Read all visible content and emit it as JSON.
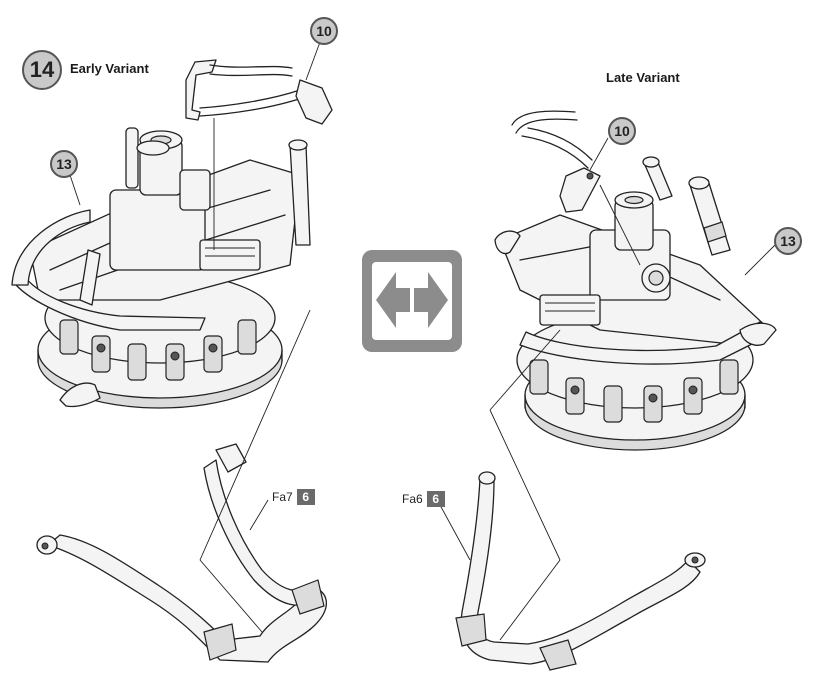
{
  "step": {
    "number": "14",
    "title": "Early Variant"
  },
  "late": {
    "title": "Late Variant"
  },
  "callouts": {
    "left_10": "10",
    "left_13": "13",
    "right_10": "10",
    "right_13": "13"
  },
  "parts": {
    "left": {
      "code": "Fa7",
      "qty": "6"
    },
    "right": {
      "code": "Fa6",
      "qty": "6"
    }
  },
  "icons": {
    "swap": "swap-arrows-icon"
  },
  "colors": {
    "badge_fill": "#c9c9c9",
    "swap_icon": "#8c8c8c",
    "qty_box": "#6a6a6a"
  }
}
